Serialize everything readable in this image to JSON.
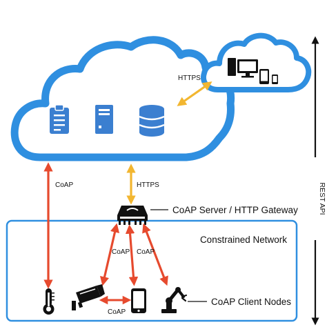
{
  "labels": {
    "https_top": "HTTPS",
    "https_mid": "HTTPS",
    "coap_left": "CoAP",
    "gateway": "CoAP Server / HTTP Gateway",
    "constrained_network": "Constrained Network",
    "coap_arrow_a": "CoAP",
    "coap_arrow_b": "CoAP",
    "coap_bottom": "CoAP",
    "client_nodes": "CoAP Client Nodes",
    "rest_api": "REST API"
  },
  "icons": {
    "main_cloud": [
      "clipboard-icon",
      "server-icon",
      "database-icon"
    ],
    "small_cloud": [
      "desktop-icon",
      "tablet-icon",
      "phone-icon"
    ],
    "gateway": "router-icon",
    "nodes": [
      "thermometer-icon",
      "security-camera-icon",
      "smartphone-icon",
      "robot-arm-icon"
    ]
  },
  "colors": {
    "cloud": "#2F8FE0",
    "icon": "#3B7FD0",
    "coap_arrow": "#E64A2E",
    "https_arrow": "#F2B630",
    "network_box": "#2F8FE0",
    "device": "#111111"
  }
}
